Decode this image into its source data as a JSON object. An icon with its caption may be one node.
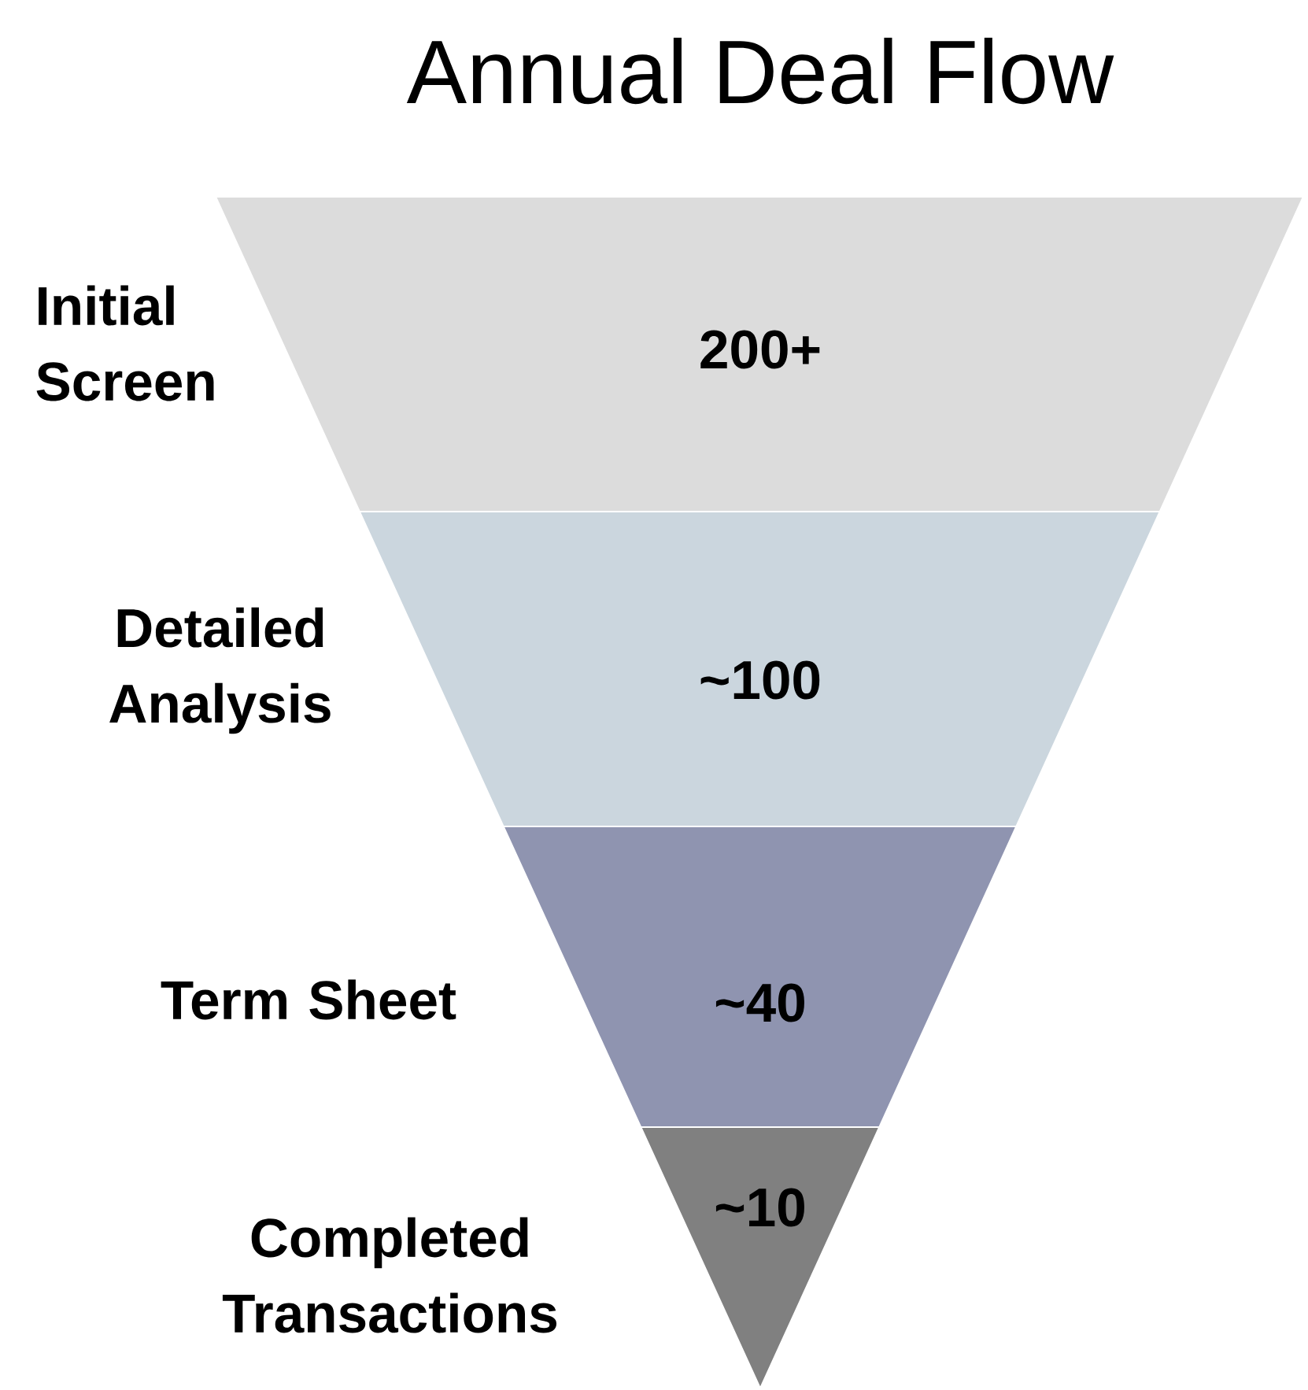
{
  "diagram": {
    "title": "Annual Deal Flow",
    "nodes": [
      {
        "text": [
          "200+"
        ],
        "beside": [
          "Initial Screen"
        ]
      },
      {
        "text": [
          "~100"
        ],
        "beside": [
          "Detailed Analysis"
        ]
      },
      {
        "text": [
          "~40"
        ],
        "beside": [
          "Term Sheet"
        ]
      },
      {
        "text": [
          "~10"
        ],
        "beside": [
          "Completed Transactions"
        ]
      }
    ]
  }
}
